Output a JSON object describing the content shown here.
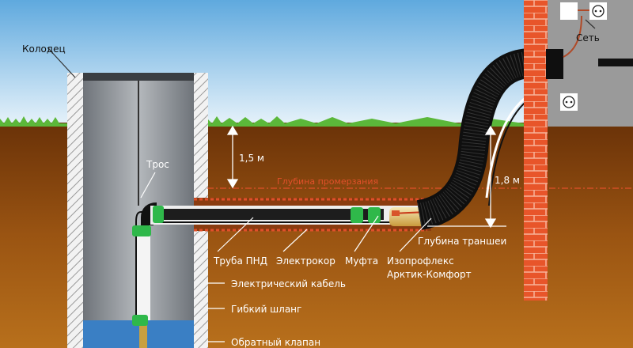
{
  "labels": {
    "well": "Колодец",
    "rope": "Трос",
    "depth_1": "1,5 м",
    "depth_2": "1,8 м",
    "freeze_depth": "Глубина промерзания",
    "trench_depth": "Глубина траншеи",
    "pipe_pnd": "Труба ПНД",
    "heating_cable": "Электрокор",
    "coupling": "Муфта",
    "insulation_1": "Изопрофлекс",
    "insulation_2": "Арктик-Комфорт",
    "electric_cable": "Электрический кабель",
    "flexible_hose": "Гибкий шланг",
    "check_valve": "Обратный клапан",
    "mains": "Сеть"
  },
  "colors": {
    "sky": "#9ccbe8",
    "grass": "#5bb83a",
    "soil": "#8a4a12",
    "brick": "#e8552a",
    "coupling": "#2fb84a",
    "trench_line": "#e0502a"
  }
}
